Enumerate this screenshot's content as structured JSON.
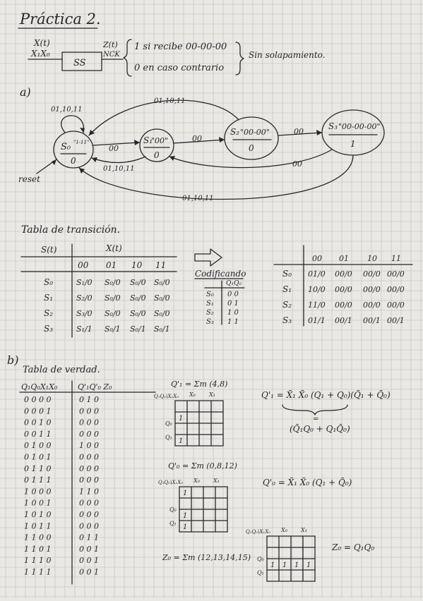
{
  "title": "Práctica 2.",
  "block": {
    "inputs": [
      "X(t)",
      "X₁X₀"
    ],
    "box_label": "SS",
    "outputs": [
      "Z(t)",
      "NCK"
    ],
    "conditions": [
      "1 si recibe 00-00-00",
      "0 en caso contrario"
    ],
    "note": "Sin solapamiento."
  },
  "part_a": {
    "label": "a)",
    "states": [
      {
        "name": "S₀",
        "detail": "\"1-11\"",
        "output": "0"
      },
      {
        "name": "S₁",
        "detail": "\"00\"",
        "output": "0"
      },
      {
        "name": "S₂",
        "detail": "\"00-00\"",
        "output": "0"
      },
      {
        "name": "S₃",
        "detail": "\"00-00-00\"",
        "output": "1"
      }
    ],
    "edges": {
      "s0_loop": "01,10,11",
      "s0_s1": "00",
      "s1_s0": "01,10,11",
      "s1_s2": "00",
      "s2_s0": "01,10,11",
      "s2_s3": "00",
      "s3_s1": "00",
      "s3_s0": "01,10,11"
    },
    "reset": "reset"
  },
  "transition_table": {
    "caption": "Tabla de transición.",
    "row_header": "S(t)",
    "col_header": "X(t)",
    "columns": [
      "00",
      "01",
      "10",
      "11"
    ],
    "rows": [
      {
        "state": "S₀",
        "cells": [
          "S₁/0",
          "S₀/0",
          "S₀/0",
          "S₀/0"
        ]
      },
      {
        "state": "S₁",
        "cells": [
          "S₂/0",
          "S₀/0",
          "S₀/0",
          "S₀/0"
        ]
      },
      {
        "state": "S₂",
        "cells": [
          "S₃/0",
          "S₀/0",
          "S₀/0",
          "S₀/0"
        ]
      },
      {
        "state": "S₃",
        "cells": [
          "S₁/1",
          "S₀/1",
          "S₀/1",
          "S₀/1"
        ]
      }
    ]
  },
  "encoding": {
    "title": "Codificando",
    "header": "Q₁Q₀",
    "rows": [
      {
        "state": "S₀",
        "code": "0 0"
      },
      {
        "state": "S₁",
        "code": "0 1"
      },
      {
        "state": "S₂",
        "code": "1 0"
      },
      {
        "state": "S₃",
        "code": "1 1"
      }
    ]
  },
  "encoded_table": {
    "columns": [
      "00",
      "01",
      "10",
      "11"
    ],
    "rows": [
      {
        "state": "S₀",
        "cells": [
          "01/0",
          "00/0",
          "00/0",
          "00/0"
        ]
      },
      {
        "state": "S₁",
        "cells": [
          "10/0",
          "00/0",
          "00/0",
          "00/0"
        ]
      },
      {
        "state": "S₂",
        "cells": [
          "11/0",
          "00/0",
          "00/0",
          "00/0"
        ]
      },
      {
        "state": "S₃",
        "cells": [
          "01/1",
          "00/1",
          "00/1",
          "00/1"
        ]
      }
    ]
  },
  "part_b": {
    "label": "b)",
    "caption": "Tabla de verdad.",
    "header_inputs": "Q₁Q₀X₁X₀",
    "header_outputs": "Q'₁Q'₀ Z₀",
    "rows": [
      {
        "in": "0 0 0 0",
        "out": "0 1 0"
      },
      {
        "in": "0 0 0 1",
        "out": "0 0 0"
      },
      {
        "in": "0 0 1 0",
        "out": "0 0 0"
      },
      {
        "in": "0 0 1 1",
        "out": "0 0 0"
      },
      {
        "in": "0 1 0 0",
        "out": "1 0 0"
      },
      {
        "in": "0 1 0 1",
        "out": "0 0 0"
      },
      {
        "in": "0 1 1 0",
        "out": "0 0 0"
      },
      {
        "in": "0 1 1 1",
        "out": "0 0 0"
      },
      {
        "in": "1 0 0 0",
        "out": "1 1 0"
      },
      {
        "in": "1 0 0 1",
        "out": "0 0 0"
      },
      {
        "in": "1 0 1 0",
        "out": "0 0 0"
      },
      {
        "in": "1 0 1 1",
        "out": "0 0 0"
      },
      {
        "in": "1 1 0 0",
        "out": "0 1 1"
      },
      {
        "in": "1 1 0 1",
        "out": "0 0 1"
      },
      {
        "in": "1 1 1 0",
        "out": "0 0 1"
      },
      {
        "in": "1 1 1 1",
        "out": "0 0 1"
      }
    ]
  },
  "kmaps": [
    {
      "title": "Q'₁ = Σm (4,8)",
      "axis": "Q₁Q₀\\X₁X₀",
      "top_labels": [
        "X₀",
        "X₁"
      ],
      "side_labels": [
        "Q₀",
        "Q₁"
      ],
      "cells": [
        [
          "",
          "",
          "",
          ""
        ],
        [
          "1",
          "",
          "",
          ""
        ],
        [
          "",
          "",
          "",
          ""
        ],
        [
          "1",
          "",
          "",
          ""
        ]
      ],
      "equation": "Q'₁ = X̄₁ X̄₀ (Q₁ + Q₀)(Q̄₁ + Q̄₀)",
      "equation_alt": "(Q̄₁Q₀ + Q₁Q̄₀)"
    },
    {
      "title": "Q'₀ = Σm (0,8,12)",
      "axis": "Q₁Q₀\\X₁X₀",
      "top_labels": [
        "X₀",
        "X₁"
      ],
      "side_labels": [
        "Q₀",
        "Q₁"
      ],
      "cells": [
        [
          "1",
          "",
          "",
          ""
        ],
        [
          "",
          "",
          "",
          ""
        ],
        [
          "1",
          "",
          "",
          ""
        ],
        [
          "1",
          "",
          "",
          ""
        ]
      ],
      "equation": "Q'₀ = X̄₁ X̄₀ (Q₁ + Q̄₀)"
    },
    {
      "title": "Z₀ = Σm (12,13,14,15)",
      "axis": "Q₁Q₀\\X₁X₀",
      "top_labels": [
        "X₀",
        "X₁"
      ],
      "side_labels": [
        "Q₀",
        "Q₁"
      ],
      "cells": [
        [
          "",
          "",
          "",
          ""
        ],
        [
          "",
          "",
          "",
          ""
        ],
        [
          "1",
          "1",
          "1",
          "1"
        ],
        [
          "",
          "",
          "",
          ""
        ]
      ],
      "equation": "Z₀ = Q₁Q₀"
    }
  ]
}
